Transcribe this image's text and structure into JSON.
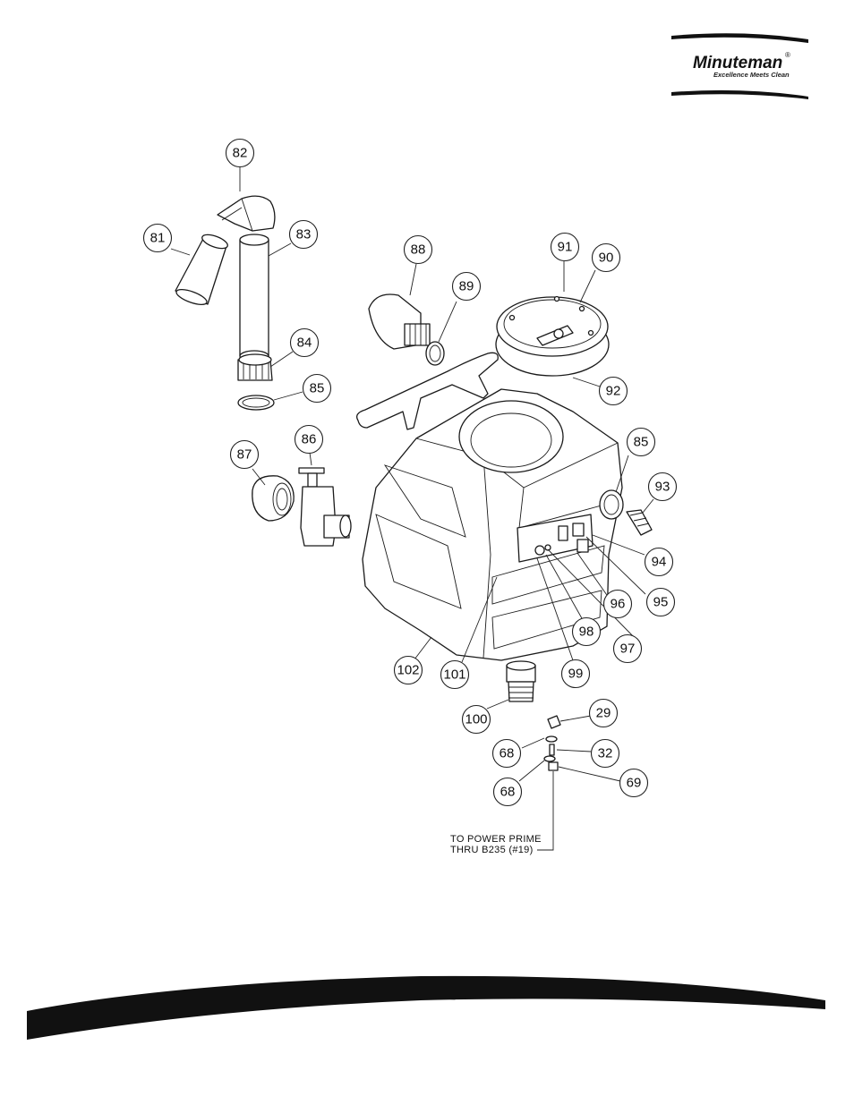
{
  "brand": {
    "name": "Minuteman",
    "registered_mark": "®",
    "tagline": "Excellence Meets Clean"
  },
  "callouts": [
    "82",
    "81",
    "83",
    "84",
    "85",
    "87",
    "86",
    "88",
    "89",
    "91",
    "90",
    "92",
    "85",
    "93",
    "94",
    "95",
    "96",
    "97",
    "98",
    "99",
    "101",
    "102",
    "100",
    "29",
    "68",
    "32",
    "68",
    "69"
  ],
  "note": {
    "line1": "TO POWER PRIME",
    "line2": "THRU B235 (#19)"
  },
  "colors": {
    "ink": "#1a1a1a",
    "footer_band": "#111111"
  }
}
